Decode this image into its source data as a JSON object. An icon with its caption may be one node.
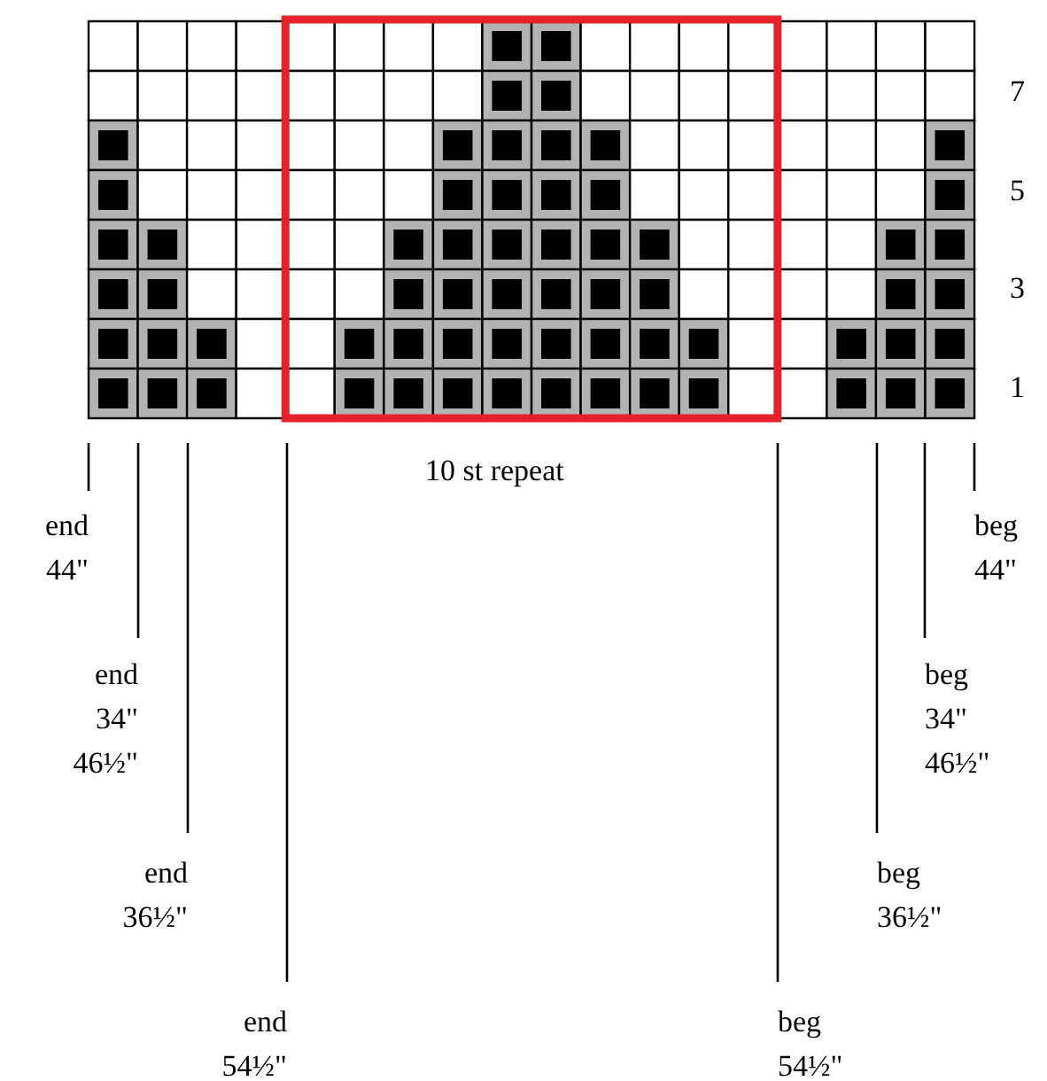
{
  "diagram": {
    "nodes": [
      {
        "text": [
          "end",
          "44\""
        ]
      },
      {
        "text": [
          "end",
          "34\"",
          "46½\""
        ]
      },
      {
        "text": [
          "end",
          "36½\""
        ]
      },
      {
        "text": [
          "end",
          "54½\""
        ]
      },
      {
        "text": [
          "beg",
          "44\""
        ]
      },
      {
        "text": [
          "beg",
          "34\"",
          "46½\""
        ]
      },
      {
        "text": [
          "beg",
          "36½\""
        ]
      },
      {
        "text": [
          "beg",
          "54½\""
        ]
      }
    ],
    "edges": [
      {
        "from": 0,
        "to": null,
        "arrow": "none"
      },
      {
        "from": 1,
        "to": null,
        "arrow": "none"
      },
      {
        "from": 2,
        "to": null,
        "arrow": "none"
      },
      {
        "from": 3,
        "to": null,
        "arrow": "none"
      },
      {
        "from": 4,
        "to": null,
        "arrow": "none"
      },
      {
        "from": 5,
        "to": null,
        "arrow": "none"
      },
      {
        "from": 6,
        "to": null,
        "arrow": "none"
      },
      {
        "from": 7,
        "to": null,
        "arrow": "none"
      }
    ],
    "labels": [
      "7",
      "5",
      "3",
      "1",
      "10 st repeat"
    ]
  }
}
